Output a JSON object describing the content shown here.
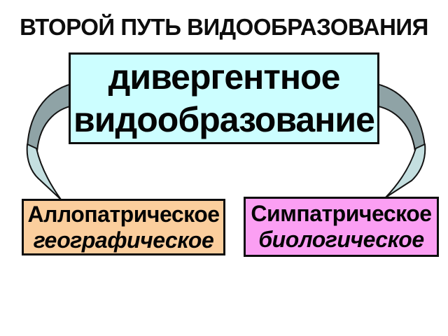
{
  "title": "ВТОРОЙ ПУТЬ ВИДООБРАЗОВАНИЯ",
  "colors": {
    "background": "#FFFFFF",
    "border": "#0D0D0D",
    "root_box_fill": "#CCFEFF",
    "left_box_fill": "#FBCE9D",
    "right_box_fill": "#FB9FF3",
    "ribbon_dark": "#8FA3A6",
    "ribbon_light": "#C4DFE0"
  },
  "root_box": {
    "lines": [
      "дивергентное",
      "видообразование"
    ]
  },
  "left_box": {
    "lines": [
      "Аллопатрическое",
      "географическое"
    ]
  },
  "right_box": {
    "lines": [
      "Симпатрическое",
      "биологическое"
    ]
  },
  "connectors": {
    "left": "curved-ribbon-arrow-down-left",
    "right": "curved-ribbon-arrow-down-right"
  }
}
